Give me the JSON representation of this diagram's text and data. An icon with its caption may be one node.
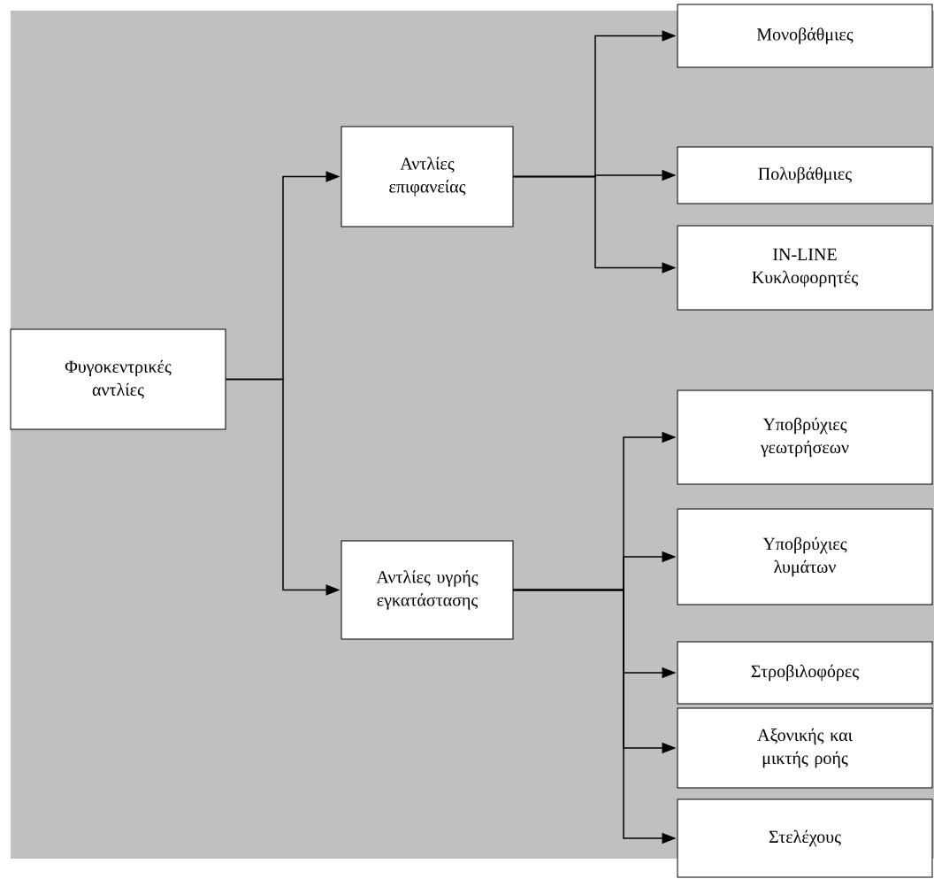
{
  "diagram": {
    "nodes": [
      {
        "text": [
          "Φυγοκεντρικές αντλίες"
        ]
      },
      {
        "text": [
          "Αντλίες επιφανείας"
        ]
      },
      {
        "text": [
          "Αντλίες υγρής εγκατάστασης"
        ]
      },
      {
        "text": [
          "Μονοβάθμιες"
        ]
      },
      {
        "text": [
          "Πολυβάθμιες"
        ]
      },
      {
        "text": [
          "IN-LINE Κυκλοφορητές"
        ]
      },
      {
        "text": [
          "Υποβρύχιες γεωτρήσεων"
        ]
      },
      {
        "text": [
          "Υποβρύχιες λυμάτων"
        ]
      },
      {
        "text": [
          "Στροβιλοφόρες"
        ]
      },
      {
        "text": [
          "Αξονικής και μικτής ροής"
        ]
      },
      {
        "text": [
          "Στελέχους"
        ]
      }
    ],
    "edges": [
      {
        "from": 0,
        "to": 1,
        "arrow": "to"
      },
      {
        "from": 0,
        "to": 2,
        "arrow": "to"
      },
      {
        "from": 1,
        "to": 3,
        "arrow": "to"
      },
      {
        "from": 1,
        "to": 4,
        "arrow": "to"
      },
      {
        "from": 1,
        "to": 5,
        "arrow": "to"
      },
      {
        "from": 2,
        "to": 6,
        "arrow": "to"
      },
      {
        "from": 2,
        "to": 7,
        "arrow": "to"
      },
      {
        "from": 2,
        "to": 8,
        "arrow": "to"
      },
      {
        "from": 2,
        "to": 9,
        "arrow": "to"
      },
      {
        "from": 2,
        "to": 10,
        "arrow": "to"
      }
    ]
  }
}
